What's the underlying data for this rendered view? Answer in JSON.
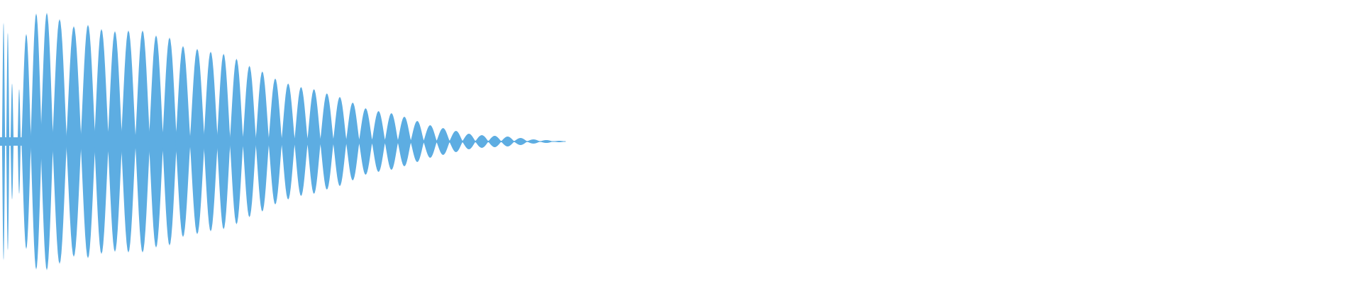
{
  "chart_data": {
    "type": "area",
    "color": "#5dade2",
    "background": "#ffffff",
    "grid": false,
    "ylim": [
      -1,
      1
    ],
    "lobe_peak_amplitudes": [
      0.84,
      0.77,
      0.41,
      0.37,
      0.76,
      0.905,
      0.91,
      0.865,
      0.815,
      0.825,
      0.795,
      0.78,
      0.785,
      0.785,
      0.75,
      0.735,
      0.675,
      0.655,
      0.635,
      0.62,
      0.585,
      0.535,
      0.495,
      0.445,
      0.41,
      0.385,
      0.37,
      0.34,
      0.315,
      0.275,
      0.235,
      0.215,
      0.2,
      0.175,
      0.145,
      0.115,
      0.095,
      0.075,
      0.055,
      0.045,
      0.04,
      0.035,
      0.025,
      0.015,
      0.01,
      0.005
    ]
  }
}
